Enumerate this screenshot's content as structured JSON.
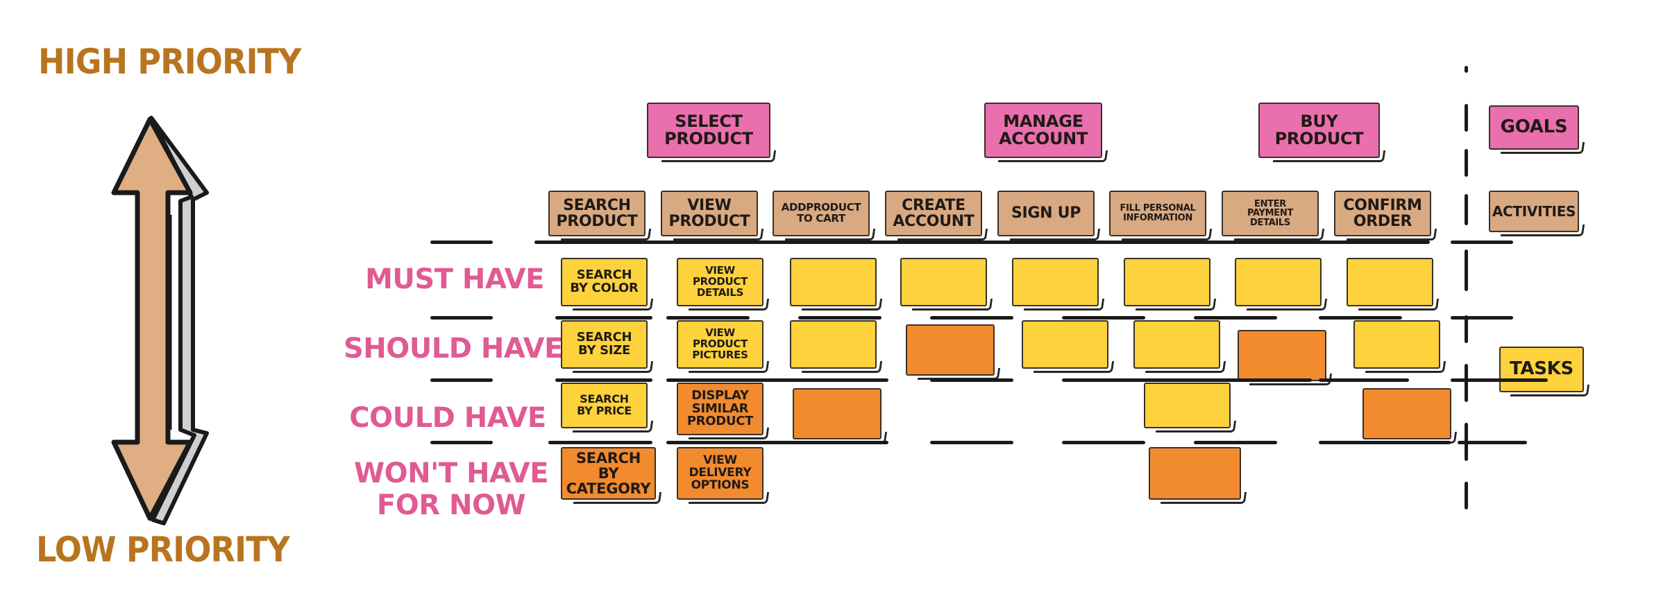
{
  "priority": {
    "high_label": "HIGH PRIORITY",
    "low_label": "LOW PRIORITY",
    "arrow_color": "#dfae82"
  },
  "rows": [
    {
      "label": "MUST HAVE"
    },
    {
      "label": "SHOULD HAVE"
    },
    {
      "label": "COULD HAVE"
    },
    {
      "label": "WON'T HAVE\nFOR NOW"
    }
  ],
  "goals": [
    "SELECT\nPRODUCT",
    "MANAGE\nACCOUNT",
    "BUY\nPRODUCT"
  ],
  "activities": [
    "SEARCH\nPRODUCT",
    "VIEW\nPRODUCT",
    "ADDPRODUCT\nTO CART",
    "CREATE\nACCOUNT",
    "SIGN UP",
    "FILL PERSONAL\nINFORMATION",
    "ENTER\nPAYMENT\nDETAILS",
    "CONFIRM\nORDER"
  ],
  "tasks": {
    "search_product": [
      "SEARCH\nBY COLOR",
      "SEARCH\nBY SIZE",
      "SEARCH\nBY PRICE",
      "SEARCH BY\nCATEGORY"
    ],
    "view_product": [
      "VIEW\nPRODUCT\nDETAILS",
      "VIEW\nPRODUCT\nPICTURES",
      "DISPLAY\nSIMILAR\nPRODUCT",
      "VIEW\nDELIVERY\nOPTIONS"
    ]
  },
  "legend": {
    "goals": "GOALS",
    "activities": "ACTIVITIES",
    "tasks": "TASKS"
  },
  "colors": {
    "goal": "#ea6fae",
    "activity": "#d9a982",
    "must_task": "#fdd23c",
    "lower_task": "#f28a2e",
    "priority_text": "#b8741e",
    "row_text": "#e05a93"
  }
}
